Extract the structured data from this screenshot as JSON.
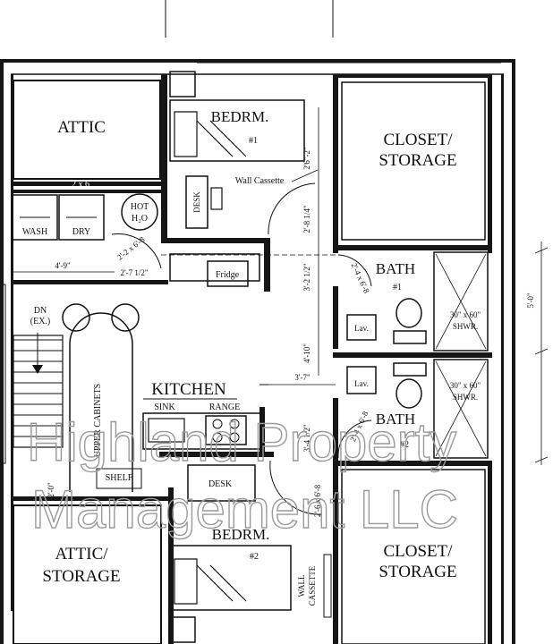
{
  "rooms": {
    "attic_top": "ATTIC",
    "bedroom1_name": "BEDRM.",
    "bedroom1_num": "#1",
    "closet_top_1": "CLOSET/",
    "closet_top_2": "STORAGE",
    "kitchen": "KITCHEN",
    "bath1_name": "BATH",
    "bath1_num": "#1",
    "bath2_name": "BATH",
    "bath2_num": "#2",
    "attic_bottom_1": "ATTIC/",
    "attic_bottom_2": "STORAGE",
    "bedroom2_name": "BEDRM.",
    "bedroom2_num": "#2",
    "closet_bottom_1": "CLOSET/",
    "closet_bottom_2": "STORAGE"
  },
  "fixtures": {
    "wash": "WASH",
    "dry": "DRY",
    "hot_water_1": "HOT",
    "hot_water_2": "H₂O",
    "desk_top": "DESK",
    "wall_cassette_top": "Wall Cassette",
    "fridge": "Fridge",
    "sink": "SINK",
    "range": "RANGE",
    "upper_cabinets": "UPPER CABINETS",
    "shelf": "SHELF",
    "desk_bottom": "DESK",
    "wall_cassette_bottom_1": "WALL",
    "wall_cassette_bottom_2": "CASSETTE",
    "stair_1": "DN",
    "stair_2": "(EX.)",
    "lav_1": "Lav.",
    "lav_2": "Lav.",
    "shower_1_size": "30\" x 60\"",
    "shower_1_label": "SHWR.",
    "shower_2_size": "30\" x 60\"",
    "shower_2_label": "SHWR."
  },
  "dimensions": {
    "beam": "2 x 6",
    "d_4_9": "4'-9\"",
    "d_2_7": "2'-7 1/2\"",
    "d_2_2_6_8": "2'-2 x 6'-8",
    "d_2_6_2": "2'6\"-2\"",
    "d_2_8": "2'-8 1/4\"",
    "d_3_2": "3'-2 1/2\"",
    "d_2_4_6_8": "2'-4 x 6'-8",
    "d_4_10": "4'-10\"",
    "d_5_0": "5'-0\"",
    "d_3_7": "3'-7\"",
    "d_3_4": "3'-4 1/2\"",
    "d_2_4_6_8_b": "2'-4 x 6'-8",
    "d_2_0": "2'-0\"",
    "d_2_6_6_8": "2'-6 x 6'-8"
  },
  "watermark": {
    "line1": "Highland Property",
    "line2": "Management LLC"
  }
}
